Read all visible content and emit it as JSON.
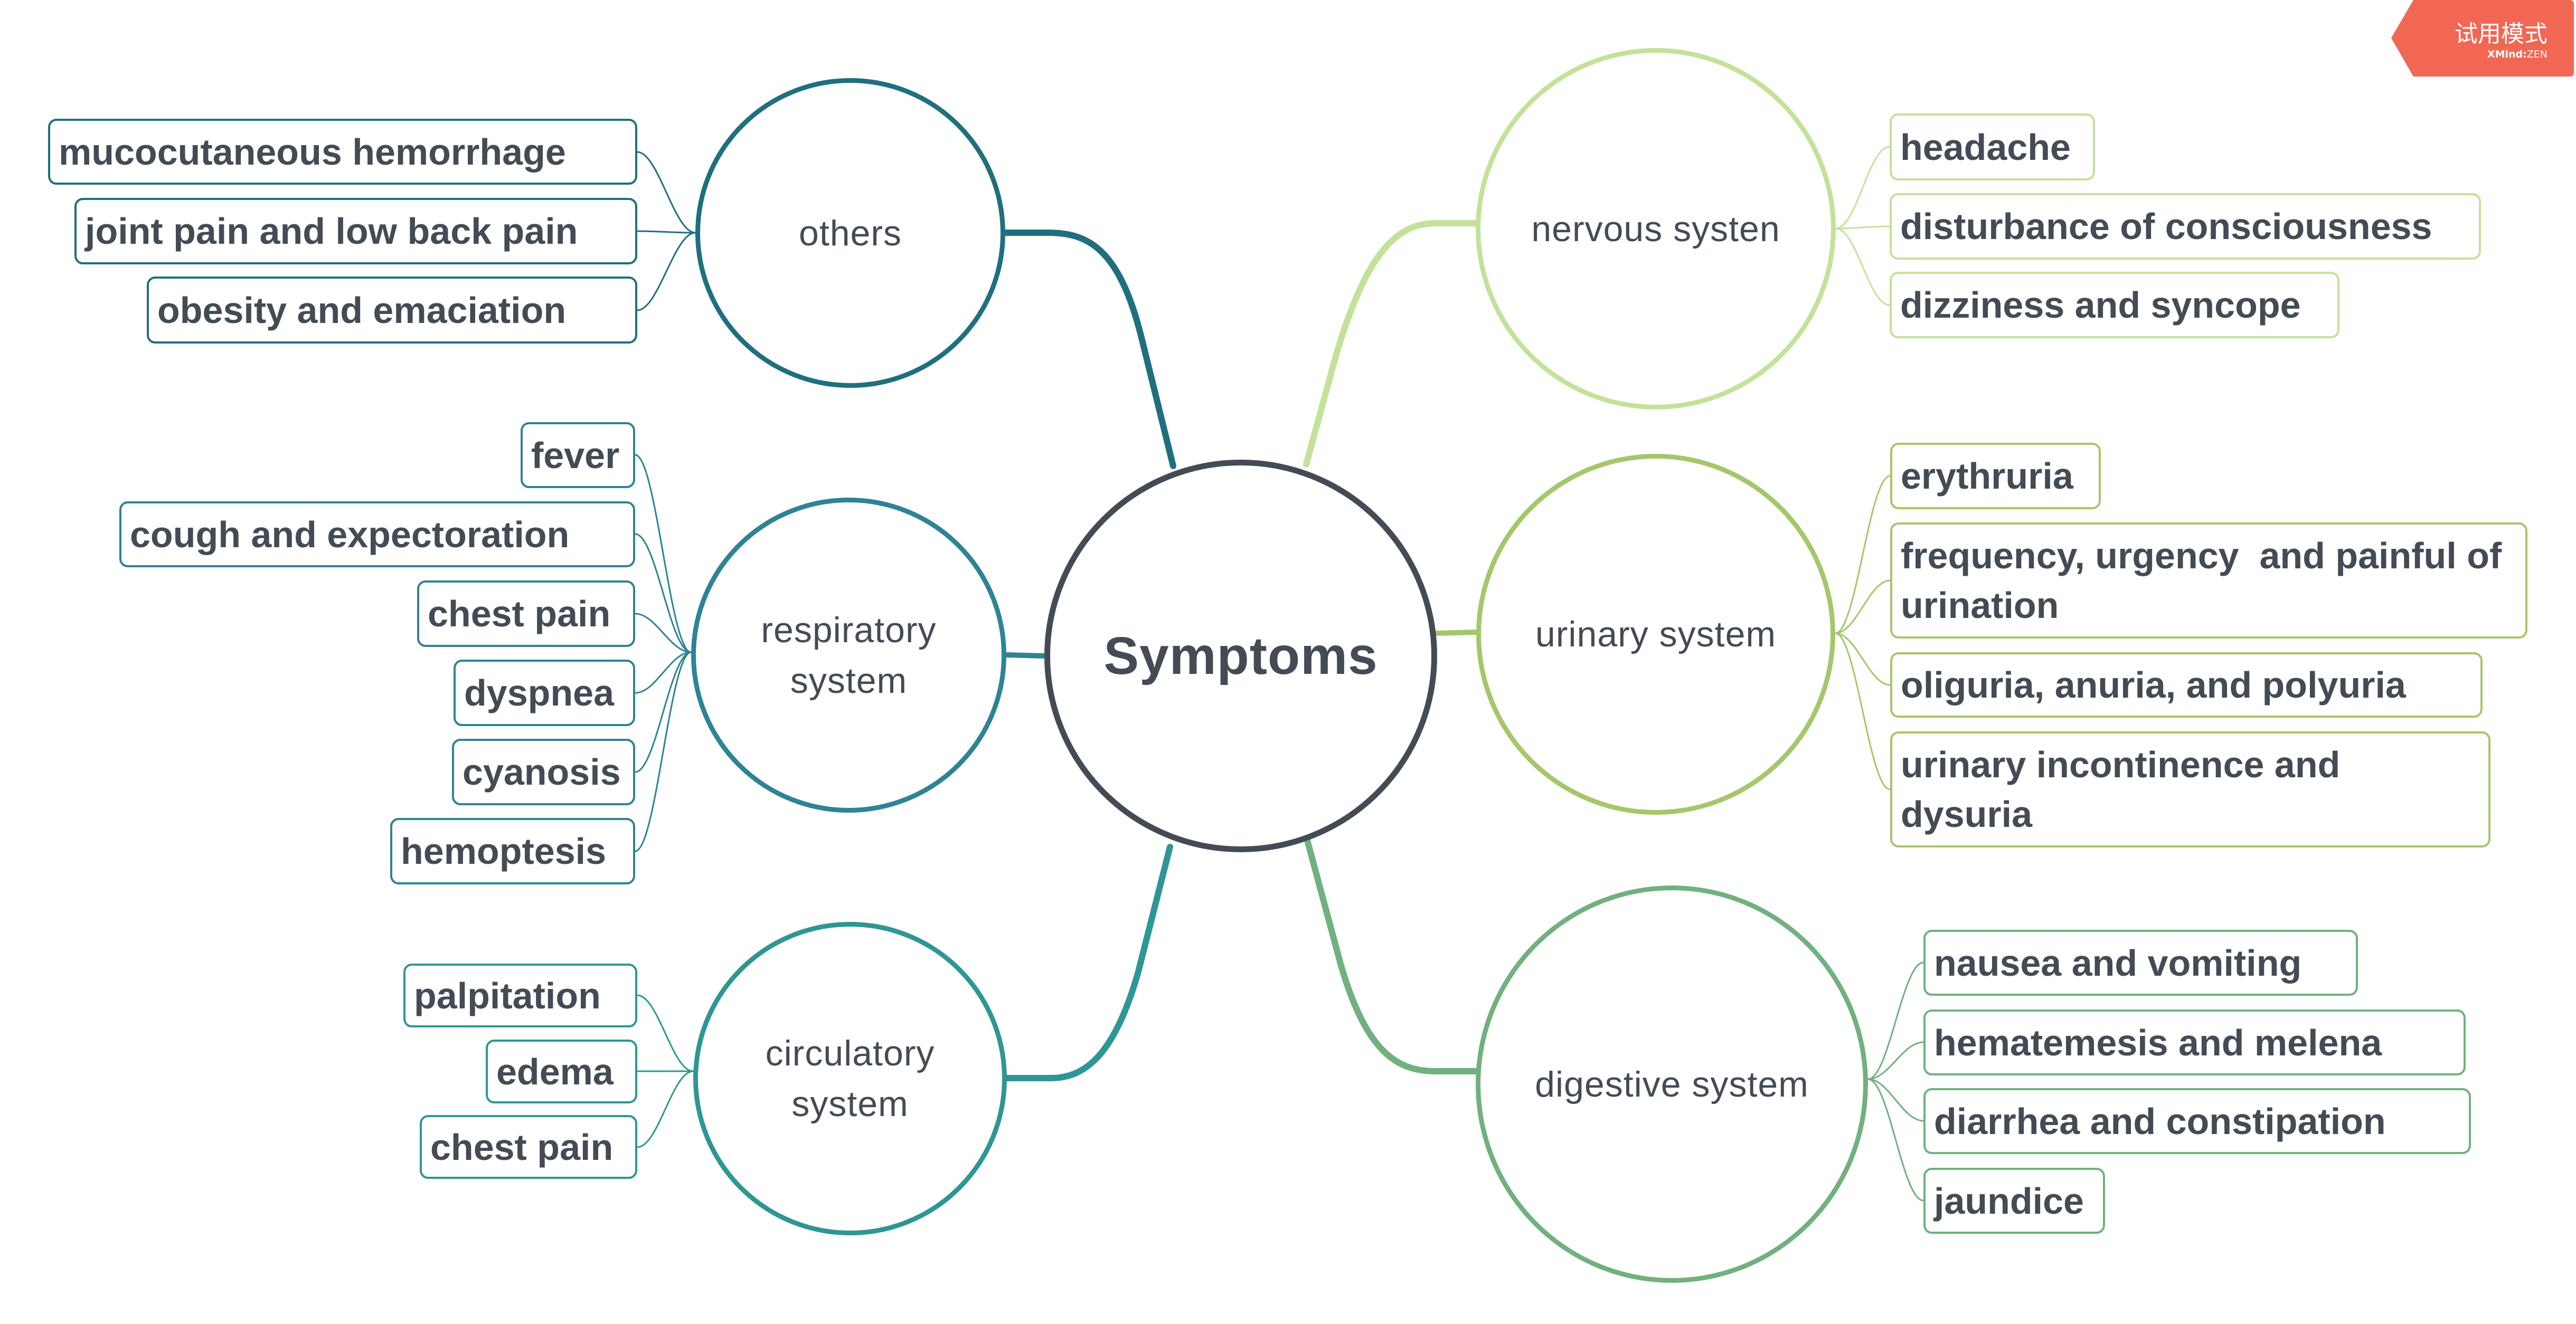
{
  "central": {
    "label": "Symptoms",
    "color": "#434B55"
  },
  "branches": [
    {
      "id": "others",
      "label": "others",
      "side": "left",
      "color": "#1F6F7F",
      "children": [
        "mucocutaneous hemorrhage",
        "joint pain and low back pain",
        "obesity and emaciation"
      ]
    },
    {
      "id": "respiratory",
      "label": "respiratory system",
      "side": "left",
      "color": "#2E8394",
      "children": [
        "fever",
        "cough and expectoration",
        "chest pain",
        "dyspnea",
        "cyanosis",
        "hemoptesis"
      ]
    },
    {
      "id": "circulatory",
      "label": "circulatory system",
      "side": "left",
      "color": "#2E9694",
      "children": [
        "palpitation",
        "edema",
        "chest pain"
      ]
    },
    {
      "id": "nervous",
      "label": "nervous systen",
      "side": "right",
      "color": "#C3E299",
      "children": [
        "headache",
        "disturbance of consciousness",
        "dizziness and syncope"
      ]
    },
    {
      "id": "urinary",
      "label": "urinary system",
      "side": "right",
      "color": "#A4C76A",
      "children": [
        "erythruria",
        "frequency, urgency  and painful of urination",
        "oliguria, anuria, and polyuria",
        "urinary incontinence and dysuria"
      ]
    },
    {
      "id": "digestive",
      "label": "digestive system",
      "side": "right",
      "color": "#71B07F",
      "children": [
        "nausea and vomiting",
        "hematemesis and melena",
        "diarrhea and constipation",
        "jaundice"
      ]
    }
  ],
  "watermark": {
    "label": "试用模式",
    "brand_bold": "XMind",
    "brand_sep": ":",
    "brand_light": "ZEN",
    "color": "#F26754"
  }
}
